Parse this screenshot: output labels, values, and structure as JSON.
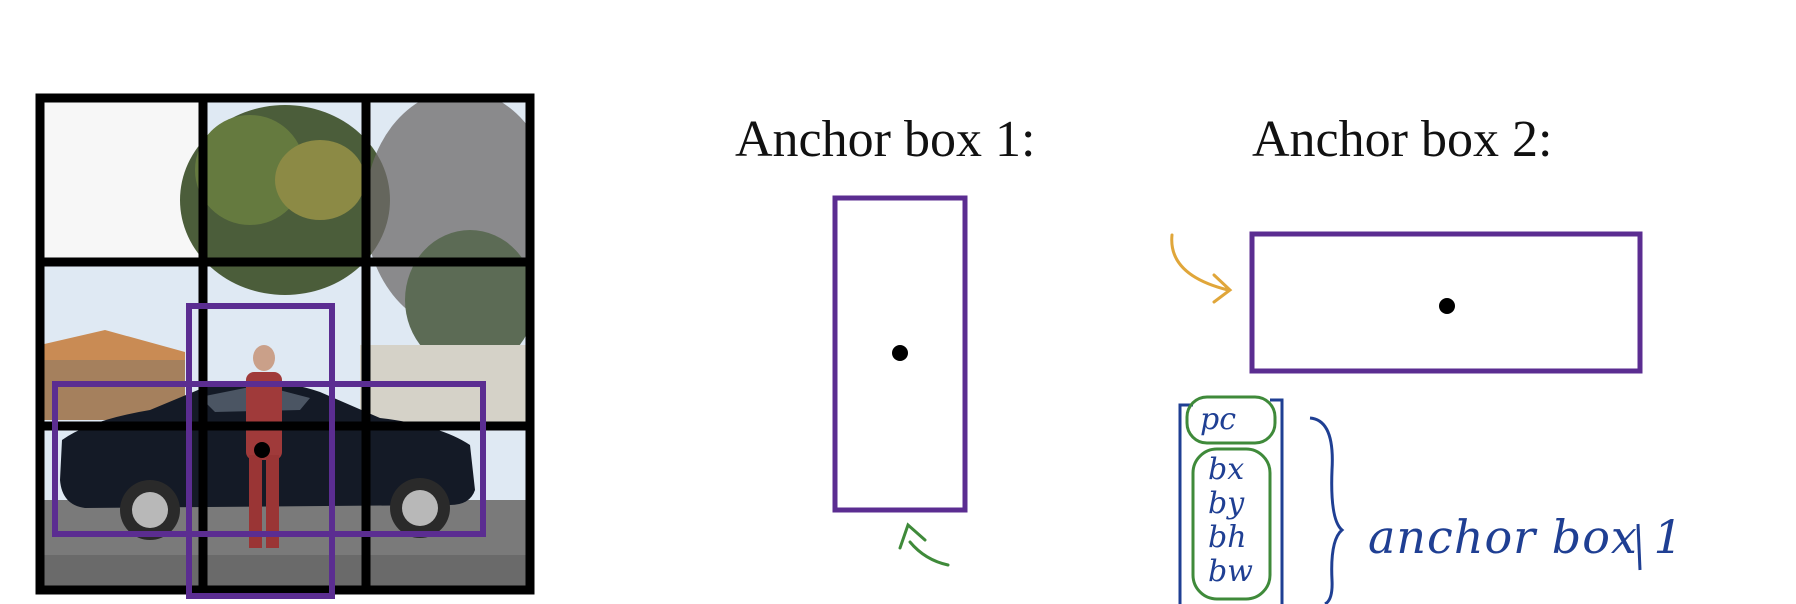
{
  "anchor_box_1": {
    "title": "Anchor box 1:"
  },
  "anchor_box_2": {
    "title": "Anchor box 2:"
  },
  "annotation": {
    "output_vector": [
      "pc",
      "bx",
      "by",
      "bh",
      "bw"
    ],
    "bracket_label": "anchor box 1"
  },
  "colors": {
    "box_outline": "#5b2d91",
    "grid_lines": "#000000",
    "handwriting_blue": "#1f3f93",
    "handwriting_green": "#3f8a3a",
    "handwriting_orange": "#e0a63a"
  }
}
